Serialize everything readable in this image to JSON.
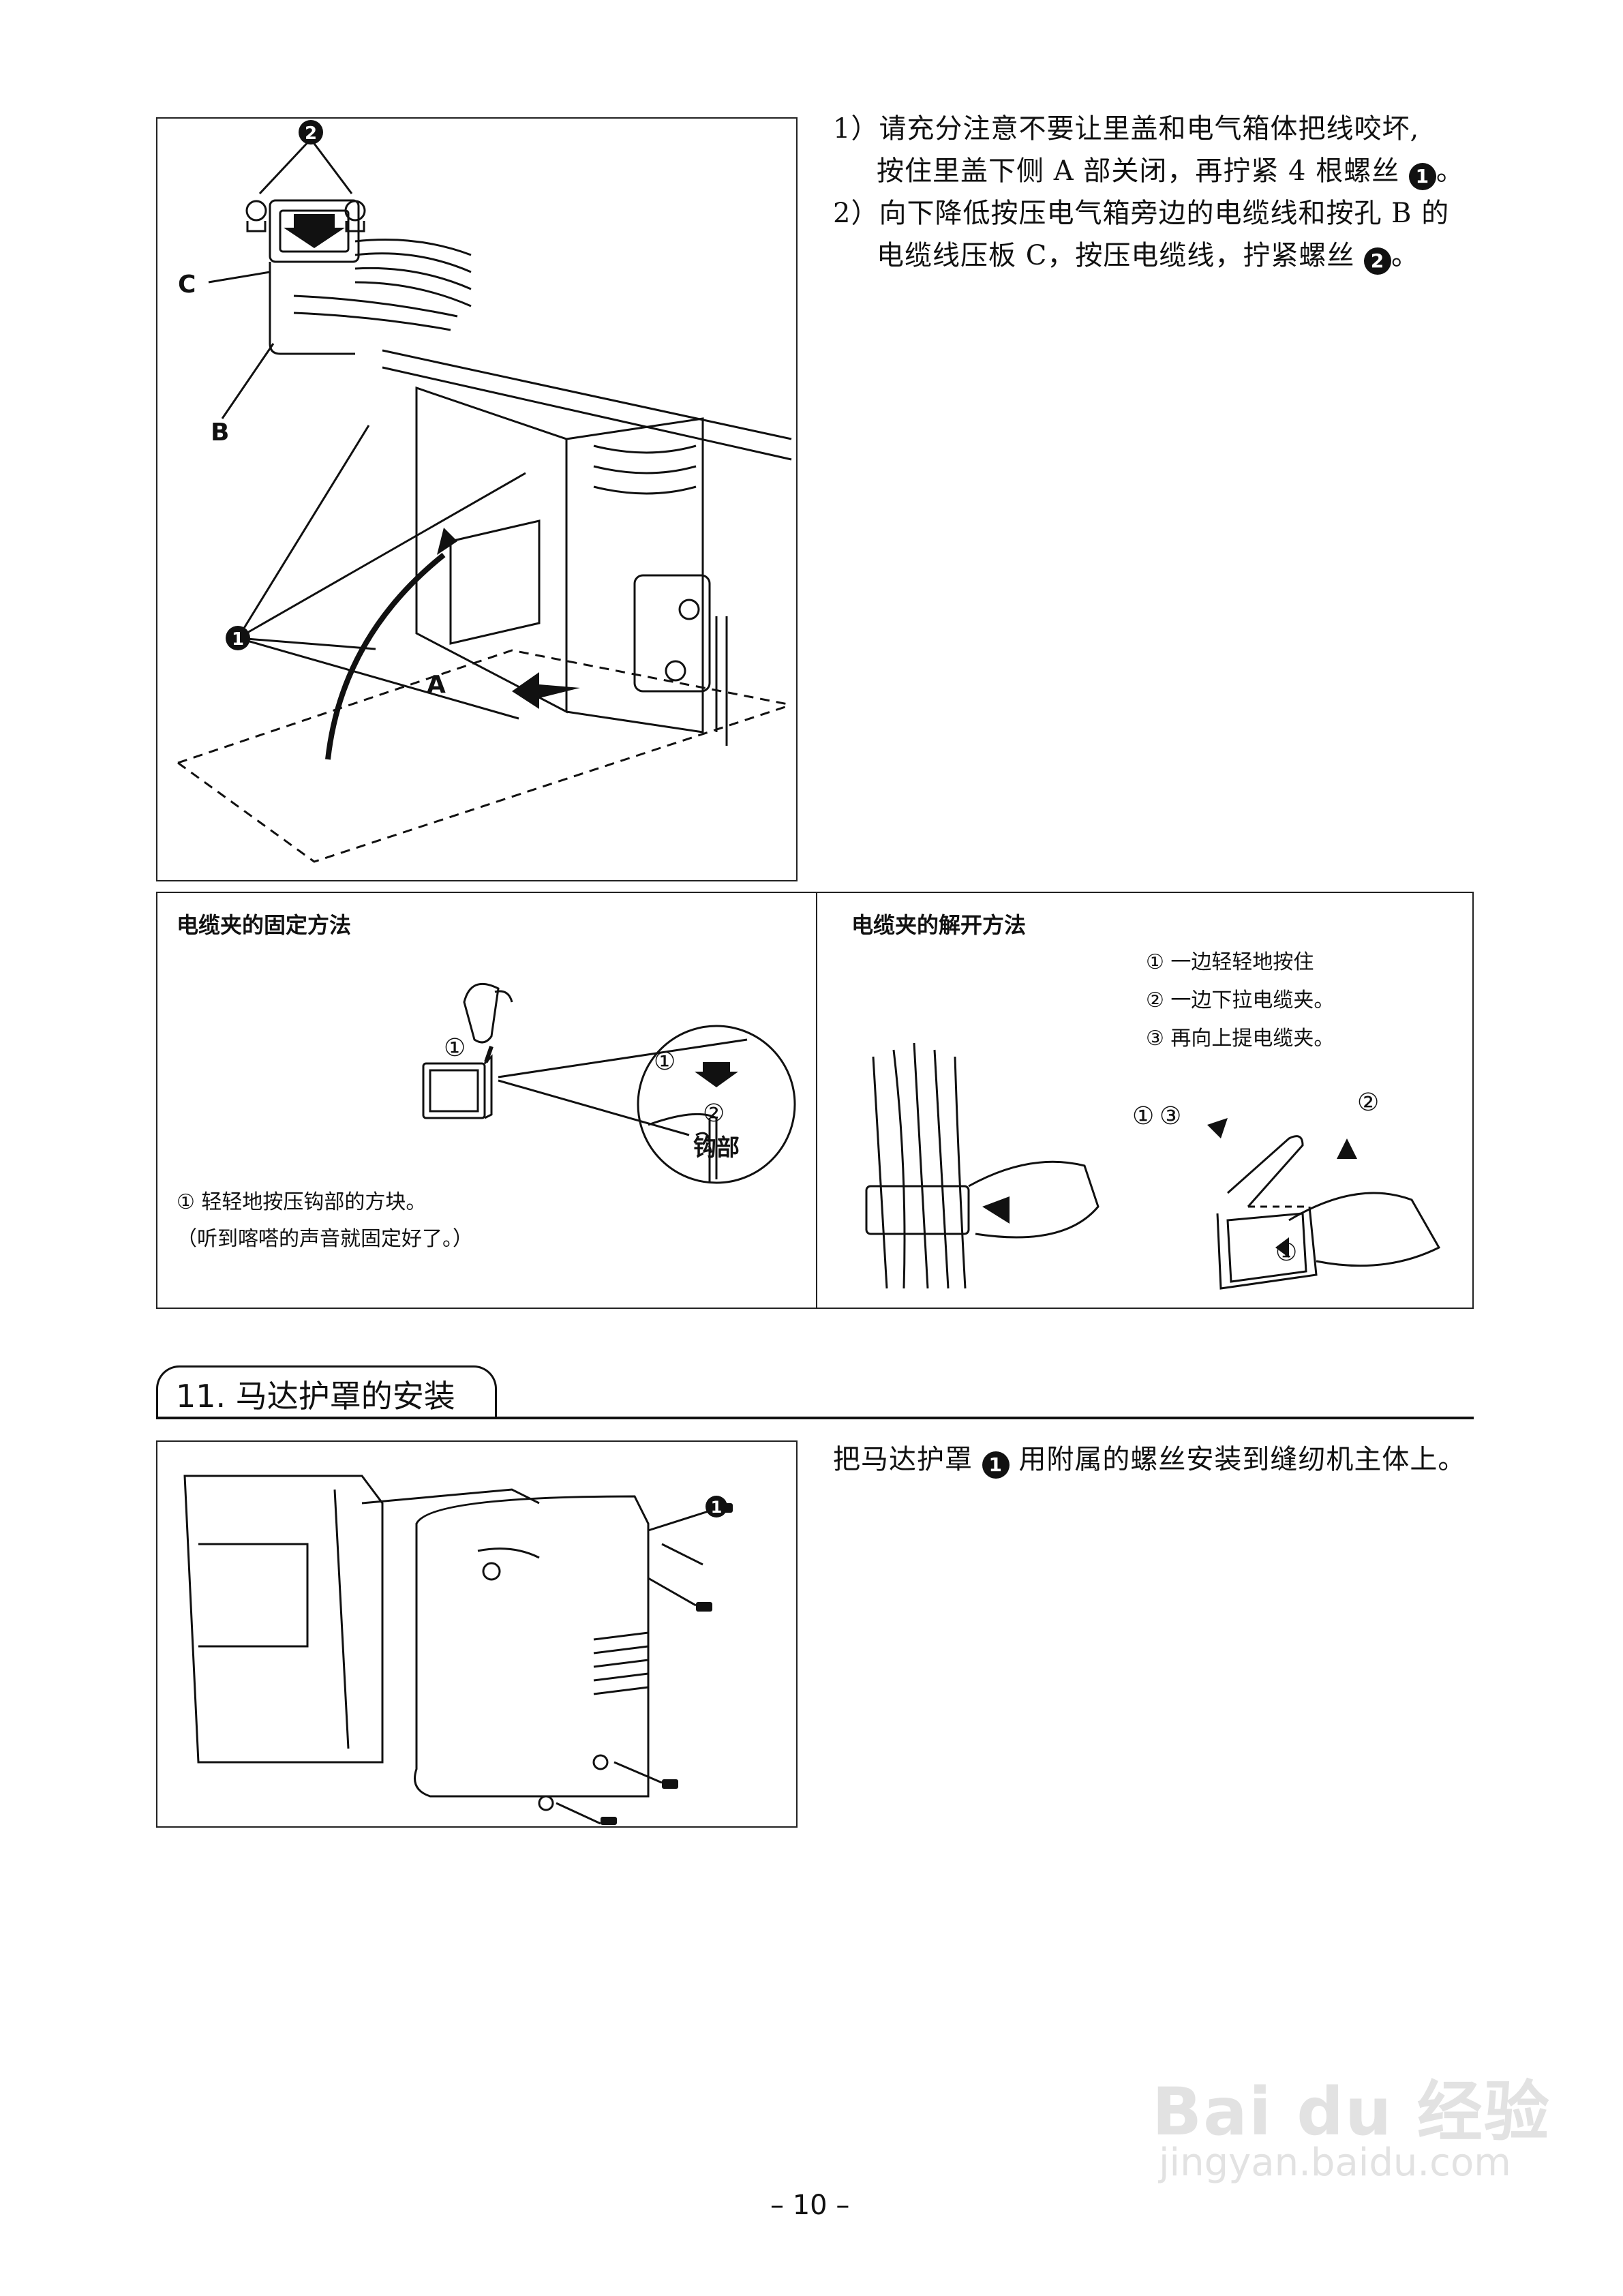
{
  "top_instructions": {
    "item1_line1": "1）请充分注意不要让里盖和电气箱体把线咬坏,",
    "item1_line2": "按住里盖下侧 A 部关闭，再拧紧 4 根螺丝",
    "item1_badge": "1",
    "item1_end": "。",
    "item2_line1": "2）向下降低按压电气箱旁边的电缆线和按孔 B 的",
    "item2_line2": "电缆线压板 C，按压电缆线，拧紧螺丝",
    "item2_badge": "2",
    "item2_end": "。"
  },
  "figure1": {
    "callout_2": "2",
    "callout_1": "1",
    "label_C": "C",
    "label_B": "B",
    "label_A": "A"
  },
  "clamp_fix": {
    "title": "电缆夹的固定方法",
    "marker_1": "①",
    "zoom_marker_1": "①",
    "zoom_marker_2": "②",
    "hook_label": "钩部",
    "note_line1": "① 轻轻地按压钩部的方块。",
    "note_line2": "（听到喀嗒的声音就固定好了。）"
  },
  "clamp_release": {
    "title": "电缆夹的解开方法",
    "step1": "① 一边轻轻地按住",
    "step2": "② 一边下拉电缆夹。",
    "step3": "③ 再向上提电缆夹。",
    "marker_1a": "①",
    "marker_1b": "①",
    "marker_2": "②",
    "marker_3": "③"
  },
  "section": {
    "heading": "11. 马达护罩的安装"
  },
  "motor_cover": {
    "text_before": "把马达护罩",
    "badge": "1",
    "text_after": "用附属的螺丝安装到缝纫机主体上。",
    "callout_1": "1"
  },
  "watermark": {
    "brand": "Bai du 经验",
    "url": "jingyan.baidu.com"
  },
  "page_number": "– 10 –"
}
